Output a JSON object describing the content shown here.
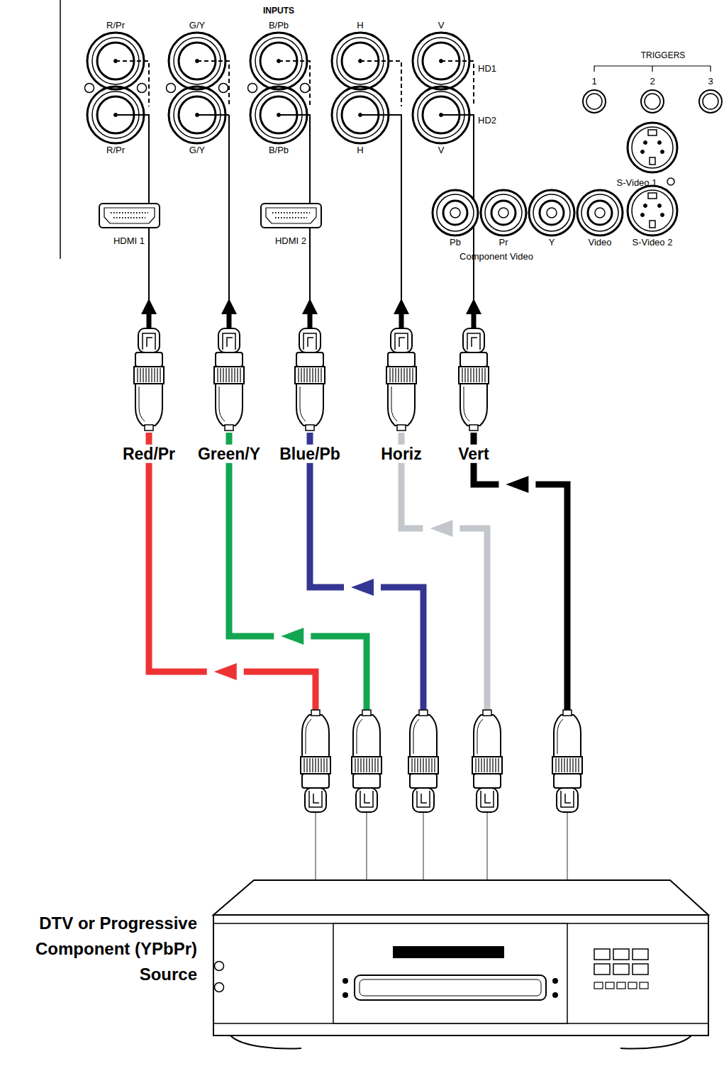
{
  "diagram": {
    "nodes": [
      {
        "text": [
          "R/Pr"
        ]
      },
      {
        "text": [
          "G/Y"
        ]
      },
      {
        "text": [
          "B/Pb"
        ]
      },
      {
        "text": [
          "H"
        ]
      },
      {
        "text": [
          "V"
        ]
      },
      {
        "text": [
          "DTV or Progressive Component (YPbPr) Source"
        ]
      }
    ],
    "edges": [
      {
        "from": 5,
        "to": 0,
        "arrow": "to",
        "label": "Red/Pr"
      },
      {
        "from": 5,
        "to": 1,
        "arrow": "to",
        "label": "Green/Y"
      },
      {
        "from": 5,
        "to": 2,
        "arrow": "to",
        "label": "Blue/Pb"
      },
      {
        "from": 5,
        "to": 3,
        "arrow": "to",
        "label": "Horiz"
      },
      {
        "from": 5,
        "to": 4,
        "arrow": "to",
        "label": "Vert"
      }
    ],
    "labels": [
      "INPUTS",
      "R/Pr",
      "G/Y",
      "B/Pb",
      "H",
      "V",
      "HD1",
      "HD2",
      "HDMI 1",
      "HDMI 2",
      "TRIGGERS",
      "1",
      "2",
      "3",
      "S-Video 1",
      "Pb",
      "Pr",
      "Y",
      "Video",
      "S-Video 2",
      "Component Video"
    ]
  }
}
